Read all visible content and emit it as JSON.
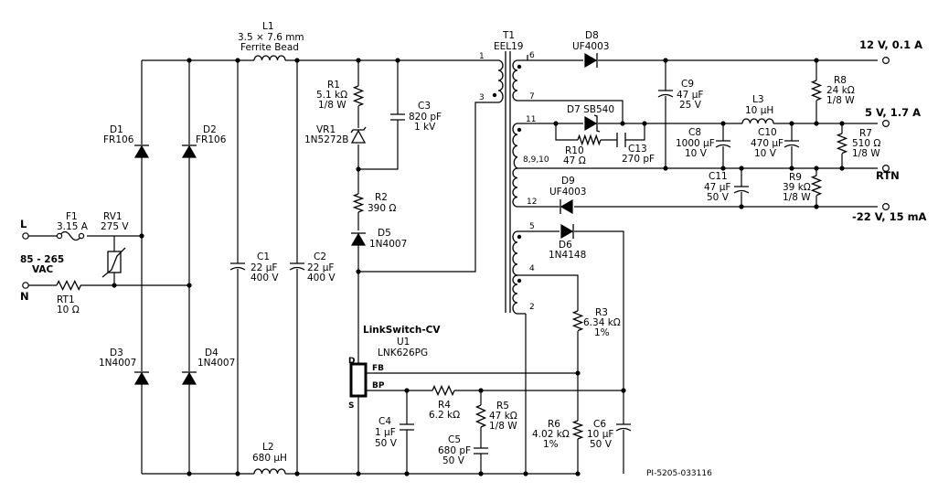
{
  "inputs": {
    "line": "L",
    "neutral": "N",
    "range_1": "85 - 265",
    "range_2": "VAC"
  },
  "fuse": {
    "ref": "F1",
    "value": "3.15 A"
  },
  "varistor": {
    "ref": "RV1",
    "value": "275 V"
  },
  "thermistor": {
    "ref": "RT1",
    "value": "10 Ω"
  },
  "d1": {
    "ref": "D1",
    "value": "FR106"
  },
  "d2": {
    "ref": "D2",
    "value": "FR106"
  },
  "d3": {
    "ref": "D3",
    "value": "1N4007"
  },
  "d4": {
    "ref": "D4",
    "value": "1N4007"
  },
  "l1": {
    "ref": "L1",
    "size": "3.5 × 7.6 mm",
    "type": "Ferrite Bead"
  },
  "l2": {
    "ref": "L2",
    "value": "680 µH"
  },
  "c1": {
    "ref": "C1",
    "value": "22 µF",
    "voltage": "400 V"
  },
  "c2": {
    "ref": "C2",
    "value": "22 µF",
    "voltage": "400 V"
  },
  "r1": {
    "ref": "R1",
    "value": "5.1 kΩ",
    "power": "1/8 W"
  },
  "vr1": {
    "ref": "VR1",
    "value": "1N5272B"
  },
  "c3": {
    "ref": "C3",
    "value": "820 pF",
    "voltage": "1 kV"
  },
  "r2": {
    "ref": "R2",
    "value": "390 Ω"
  },
  "d5": {
    "ref": "D5",
    "value": "1N4007"
  },
  "t1": {
    "ref": "T1",
    "core": "EEL19"
  },
  "pins": {
    "p1": "1",
    "p3": "3",
    "p6": "6",
    "p7": "7",
    "p11": "11",
    "p8910": "8,9,10",
    "p12": "12",
    "p5": "5",
    "p4": "4",
    "p2": "2"
  },
  "d8": {
    "ref": "D8",
    "value": "UF4003"
  },
  "c9": {
    "ref": "C9",
    "value": "47 µF",
    "voltage": "25 V"
  },
  "r8": {
    "ref": "R8",
    "value": "24 kΩ",
    "power": "1/8 W"
  },
  "d7": {
    "ref": "D7",
    "value": "SB540"
  },
  "l3": {
    "ref": "L3",
    "value": "10 µH"
  },
  "r10": {
    "ref": "R10",
    "value": "47 Ω"
  },
  "c13": {
    "ref": "C13",
    "value": "270 pF"
  },
  "c8": {
    "ref": "C8",
    "value": "1000 µF",
    "voltage": "10 V"
  },
  "c10": {
    "ref": "C10",
    "value": "470 µF",
    "voltage": "10 V"
  },
  "r7": {
    "ref": "R7",
    "value": "510 Ω",
    "power": "1/8 W"
  },
  "d9": {
    "ref": "D9",
    "value": "UF4003"
  },
  "c11": {
    "ref": "C11",
    "value": "47 µF",
    "voltage": "50 V"
  },
  "r9": {
    "ref": "R9",
    "value": "39 kΩ",
    "power": "1/8 W"
  },
  "d6": {
    "ref": "D6",
    "value": "1N4148"
  },
  "r3": {
    "ref": "R3",
    "value": "6.34 kΩ",
    "tol": "1%"
  },
  "r6": {
    "ref": "R6",
    "value": "4.02 kΩ",
    "tol": "1%"
  },
  "c6": {
    "ref": "C6",
    "value": "10 µF",
    "voltage": "50 V"
  },
  "u1": {
    "family": "LinkSwitch-CV",
    "ref": "U1",
    "part": "LNK626PG",
    "pin_d": "D",
    "pin_s": "S",
    "pin_fb": "FB",
    "pin_bp": "BP"
  },
  "r4": {
    "ref": "R4",
    "value": "6.2 kΩ"
  },
  "r5": {
    "ref": "R5",
    "value": "47 kΩ",
    "power": "1/8 W"
  },
  "c4": {
    "ref": "C4",
    "value": "1 µF",
    "voltage": "50 V"
  },
  "c5": {
    "ref": "C5",
    "value": "680 pF",
    "voltage": "50 V"
  },
  "outputs": {
    "v12": "12 V, 0.1 A",
    "v5": "5 V, 1.7 A",
    "rtn": "RTN",
    "vneg22": "-22 V, 15 mA"
  },
  "drawing_id": "PI-5205-033116"
}
